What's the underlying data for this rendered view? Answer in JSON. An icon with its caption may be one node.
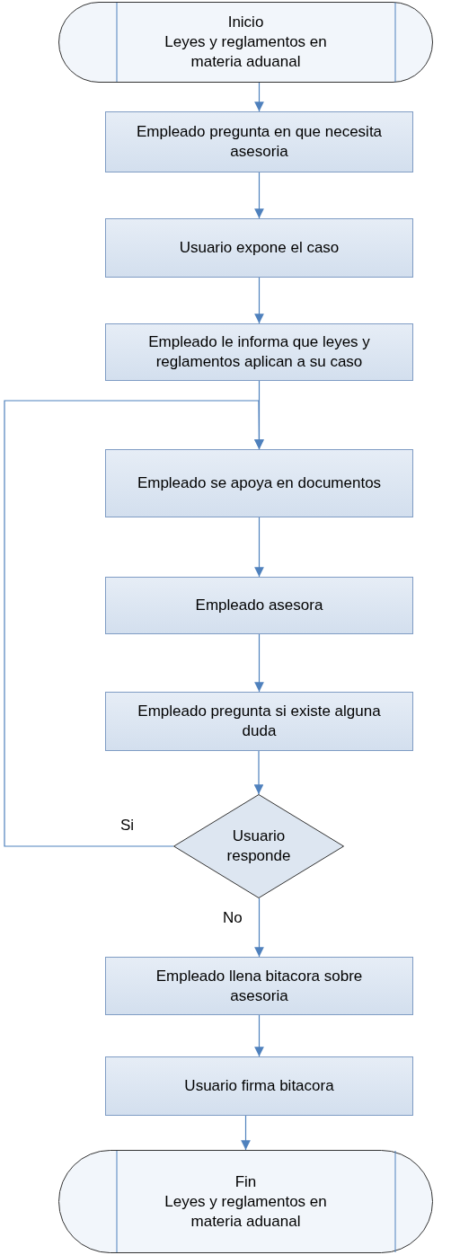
{
  "diagram": {
    "nodes": [
      {
        "text": [
          "Inicio",
          "Leyes y reglamentos en materia aduanal"
        ]
      },
      {
        "text": [
          "Empleado pregunta en que necesita asesoria"
        ]
      },
      {
        "text": [
          "Usuario expone el caso"
        ]
      },
      {
        "text": [
          "Empleado le informa que leyes y reglamentos aplican a su caso"
        ]
      },
      {
        "text": [
          "Empleado se apoya en documentos"
        ]
      },
      {
        "text": [
          "Empleado asesora"
        ]
      },
      {
        "text": [
          "Empleado pregunta si existe alguna duda"
        ]
      },
      {
        "text": [
          "Usuario responde"
        ]
      },
      {
        "text": [
          "Empleado llena bitacora sobre asesoria"
        ]
      },
      {
        "text": [
          "Usuario firma bitacora"
        ]
      },
      {
        "text": [
          "Fin",
          "Leyes y reglamentos en materia aduanal"
        ]
      }
    ],
    "edges": [
      {
        "from": 0,
        "to": 1,
        "arrow": "to"
      },
      {
        "from": 1,
        "to": 2,
        "arrow": "to"
      },
      {
        "from": 2,
        "to": 3,
        "arrow": "to"
      },
      {
        "from": 3,
        "to": 4,
        "arrow": "to"
      },
      {
        "from": 4,
        "to": 5,
        "arrow": "to"
      },
      {
        "from": 5,
        "to": 6,
        "arrow": "to"
      },
      {
        "from": 6,
        "to": 7,
        "arrow": "to"
      },
      {
        "from": 7,
        "to": 8,
        "arrow": "to",
        "label": "No"
      },
      {
        "from": 8,
        "to": 9,
        "arrow": "to"
      },
      {
        "from": 9,
        "to": 10,
        "arrow": "to"
      },
      {
        "from": 7,
        "to": 4,
        "arrow": "to",
        "label": "Si"
      }
    ]
  }
}
